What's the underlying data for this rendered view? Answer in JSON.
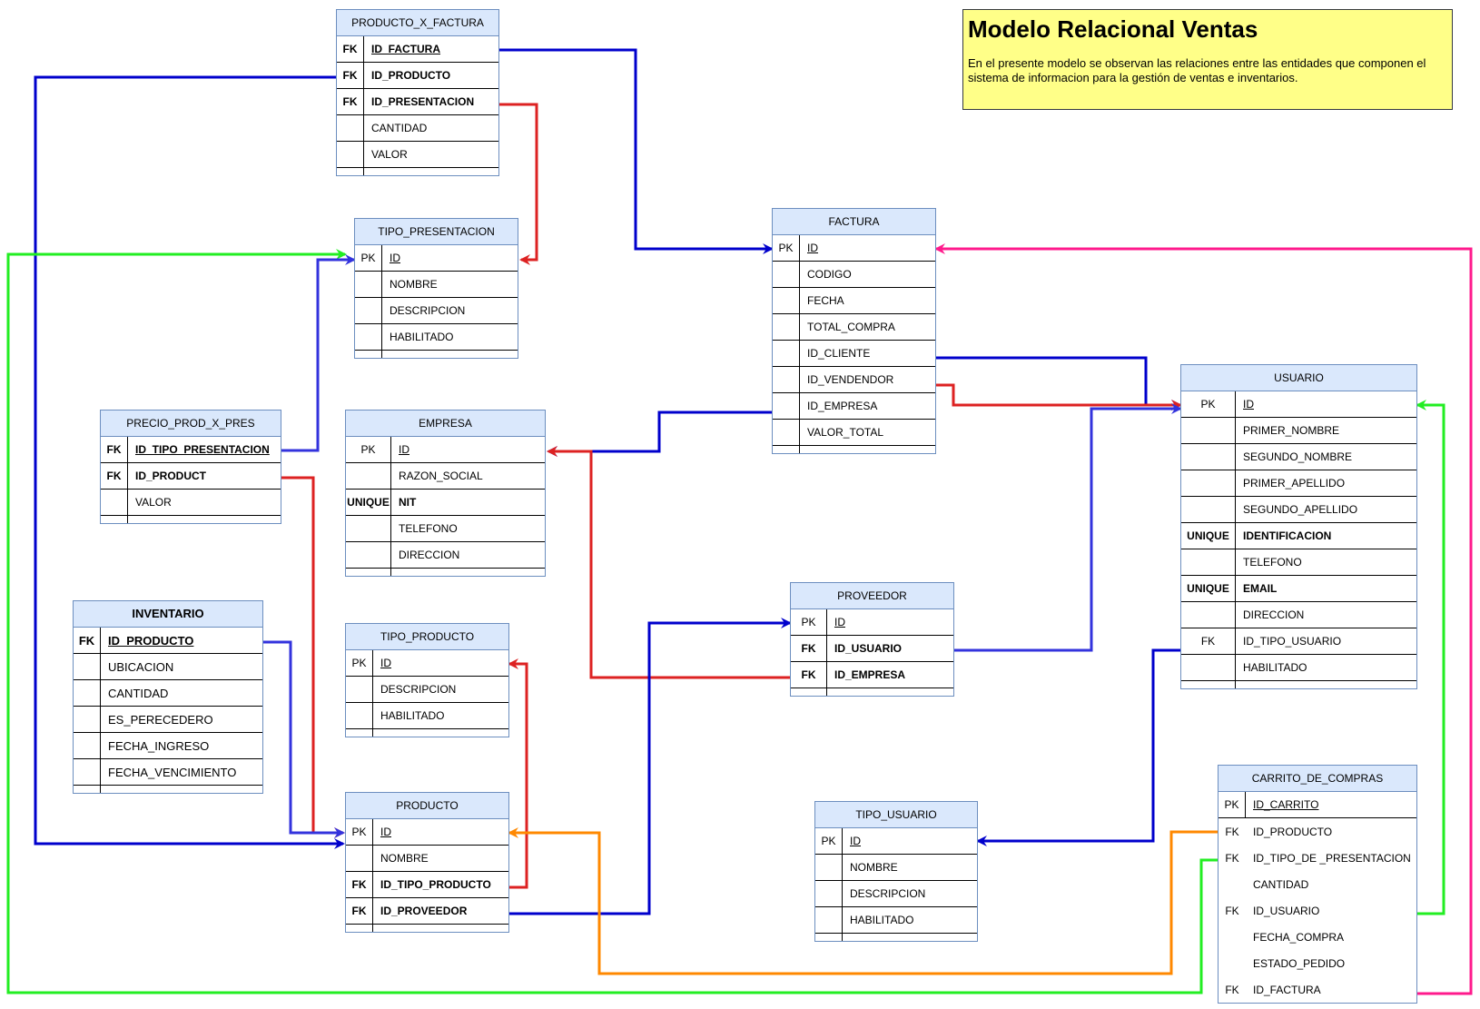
{
  "note": {
    "title": "Modelo Relacional Ventas",
    "description": "En el presente modelo se observan las relaciones entre las entidades que componen el sistema de informacion para la gestión de ventas e inventarios."
  },
  "colors": {
    "header_fill": "#dae8fc",
    "header_border": "#6c8ebf",
    "note_fill": "#ffff88",
    "blue": "#0000cc",
    "blue_light": "#3333dd",
    "red": "#dd2222",
    "green": "#22ee22",
    "orange": "#ff8800",
    "pink": "#ff1a8c"
  },
  "entities": {
    "producto_x_factura": {
      "title": "PRODUCTO_X_FACTURA",
      "rows": [
        {
          "key": "FK",
          "field": "ID_FACTURA"
        },
        {
          "key": "FK",
          "field": "ID_PRODUCTO"
        },
        {
          "key": "FK",
          "field": "ID_PRESENTACION"
        },
        {
          "key": "",
          "field": "CANTIDAD"
        },
        {
          "key": "",
          "field": "VALOR"
        }
      ]
    },
    "tipo_presentacion": {
      "title": "TIPO_PRESENTACION",
      "rows": [
        {
          "key": "PK",
          "field": "ID"
        },
        {
          "key": "",
          "field": "NOMBRE"
        },
        {
          "key": "",
          "field": "DESCRIPCION"
        },
        {
          "key": "",
          "field": "HABILITADO"
        }
      ]
    },
    "factura": {
      "title": "FACTURA",
      "rows": [
        {
          "key": "PK",
          "field": "ID"
        },
        {
          "key": "",
          "field": "CODIGO"
        },
        {
          "key": "",
          "field": "FECHA"
        },
        {
          "key": "",
          "field": "TOTAL_COMPRA"
        },
        {
          "key": "",
          "field": "ID_CLIENTE"
        },
        {
          "key": "",
          "field": "ID_VENDENDOR"
        },
        {
          "key": "",
          "field": "ID_EMPRESA"
        },
        {
          "key": "",
          "field": "VALOR_TOTAL"
        }
      ]
    },
    "usuario": {
      "title": "USUARIO",
      "rows": [
        {
          "key": "PK",
          "field": "ID"
        },
        {
          "key": "",
          "field": "PRIMER_NOMBRE"
        },
        {
          "key": "",
          "field": "SEGUNDO_NOMBRE"
        },
        {
          "key": "",
          "field": "PRIMER_APELLIDO"
        },
        {
          "key": "",
          "field": "SEGUNDO_APELLIDO"
        },
        {
          "key": "UNIQUE",
          "field": "IDENTIFICACION"
        },
        {
          "key": "",
          "field": "TELEFONO"
        },
        {
          "key": "UNIQUE",
          "field": "EMAIL"
        },
        {
          "key": "",
          "field": "DIRECCION"
        },
        {
          "key": "FK",
          "field": "ID_TIPO_USUARIO"
        },
        {
          "key": "",
          "field": "HABILITADO"
        }
      ]
    },
    "precio_prod_x_pres": {
      "title": "PRECIO_PROD_X_PRES",
      "rows": [
        {
          "key": "FK",
          "field": "ID_TIPO_PRESENTACION"
        },
        {
          "key": "FK",
          "field": "ID_PRODUCT"
        },
        {
          "key": "",
          "field": "VALOR"
        }
      ]
    },
    "empresa": {
      "title": "EMPRESA",
      "rows": [
        {
          "key": "PK",
          "field": "ID"
        },
        {
          "key": "",
          "field": "RAZON_SOCIAL"
        },
        {
          "key": "UNIQUE",
          "field": "NIT"
        },
        {
          "key": "",
          "field": "TELEFONO"
        },
        {
          "key": "",
          "field": "DIRECCION"
        }
      ]
    },
    "inventario": {
      "title": "INVENTARIO",
      "rows": [
        {
          "key": "FK",
          "field": "ID_PRODUCTO"
        },
        {
          "key": "",
          "field": "UBICACION"
        },
        {
          "key": "",
          "field": "CANTIDAD"
        },
        {
          "key": "",
          "field": "ES_PERECEDERO"
        },
        {
          "key": "",
          "field": "FECHA_INGRESO"
        },
        {
          "key": "",
          "field": "FECHA_VENCIMIENTO"
        }
      ]
    },
    "tipo_producto": {
      "title": "TIPO_PRODUCTO",
      "rows": [
        {
          "key": "PK",
          "field": "ID"
        },
        {
          "key": "",
          "field": "DESCRIPCION"
        },
        {
          "key": "",
          "field": "HABILITADO"
        }
      ]
    },
    "proveedor": {
      "title": "PROVEEDOR",
      "rows": [
        {
          "key": "PK",
          "field": "ID"
        },
        {
          "key": "FK",
          "field": "ID_USUARIO"
        },
        {
          "key": "FK",
          "field": "ID_EMPRESA"
        }
      ]
    },
    "producto": {
      "title": "PRODUCTO",
      "rows": [
        {
          "key": "PK",
          "field": "ID"
        },
        {
          "key": "",
          "field": "NOMBRE"
        },
        {
          "key": "FK",
          "field": "ID_TIPO_PRODUCTO"
        },
        {
          "key": "FK",
          "field": "ID_PROVEEDOR"
        }
      ]
    },
    "tipo_usuario": {
      "title": "TIPO_USUARIO",
      "rows": [
        {
          "key": "PK",
          "field": "ID"
        },
        {
          "key": "",
          "field": "NOMBRE"
        },
        {
          "key": "",
          "field": "DESCRIPCION"
        },
        {
          "key": "",
          "field": "HABILITADO"
        }
      ]
    },
    "carrito_de_compras": {
      "title": "CARRITO_DE_COMPRAS",
      "rows": [
        {
          "key": "PK",
          "field": "ID_CARRITO"
        },
        {
          "key": "FK",
          "field": "ID_PRODUCTO"
        },
        {
          "key": "FK",
          "field": "ID_TIPO_DE _PRESENTACION"
        },
        {
          "key": "",
          "field": "CANTIDAD"
        },
        {
          "key": "FK",
          "field": "ID_USUARIO"
        },
        {
          "key": "",
          "field": "FECHA_COMPRA"
        },
        {
          "key": "",
          "field": "ESTADO_PEDIDO"
        },
        {
          "key": "FK",
          "field": "ID_FACTURA"
        }
      ]
    }
  }
}
